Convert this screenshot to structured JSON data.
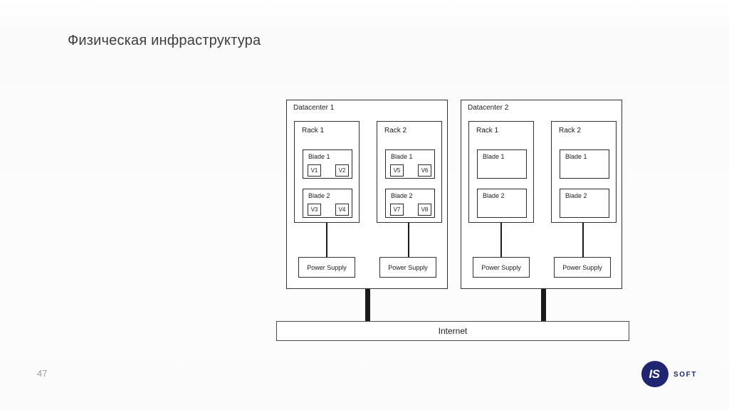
{
  "slide": {
    "title": "Физическая инфраструктура",
    "page_number": "47"
  },
  "diagram": {
    "datacenters": [
      {
        "label": "Datacenter 1",
        "racks": [
          {
            "label": "Rack 1",
            "blades": [
              {
                "label": "Blade 1",
                "vms": [
                  "V1",
                  "V2"
                ]
              },
              {
                "label": "Blade 2",
                "vms": [
                  "V3",
                  "V4"
                ]
              }
            ],
            "power_supply_label": "Power Supply"
          },
          {
            "label": "Rack 2",
            "blades": [
              {
                "label": "Blade 1",
                "vms": [
                  "V5",
                  "V6"
                ]
              },
              {
                "label": "Blade 2",
                "vms": [
                  "V7",
                  "V8"
                ]
              }
            ],
            "power_supply_label": "Power Supply"
          }
        ]
      },
      {
        "label": "Datacenter 2",
        "racks": [
          {
            "label": "Rack 1",
            "blades": [
              {
                "label": "Blade 1",
                "vms": []
              },
              {
                "label": "Blade 2",
                "vms": []
              }
            ],
            "power_supply_label": "Power Supply"
          },
          {
            "label": "Rack 2",
            "blades": [
              {
                "label": "Blade 1",
                "vms": []
              },
              {
                "label": "Blade 2",
                "vms": []
              }
            ],
            "power_supply_label": "Power Supply"
          }
        ]
      }
    ],
    "internet_label": "Internet"
  },
  "logo": {
    "monogram": "IS",
    "wordmark": "SOFT",
    "brand_color": "#202572"
  }
}
